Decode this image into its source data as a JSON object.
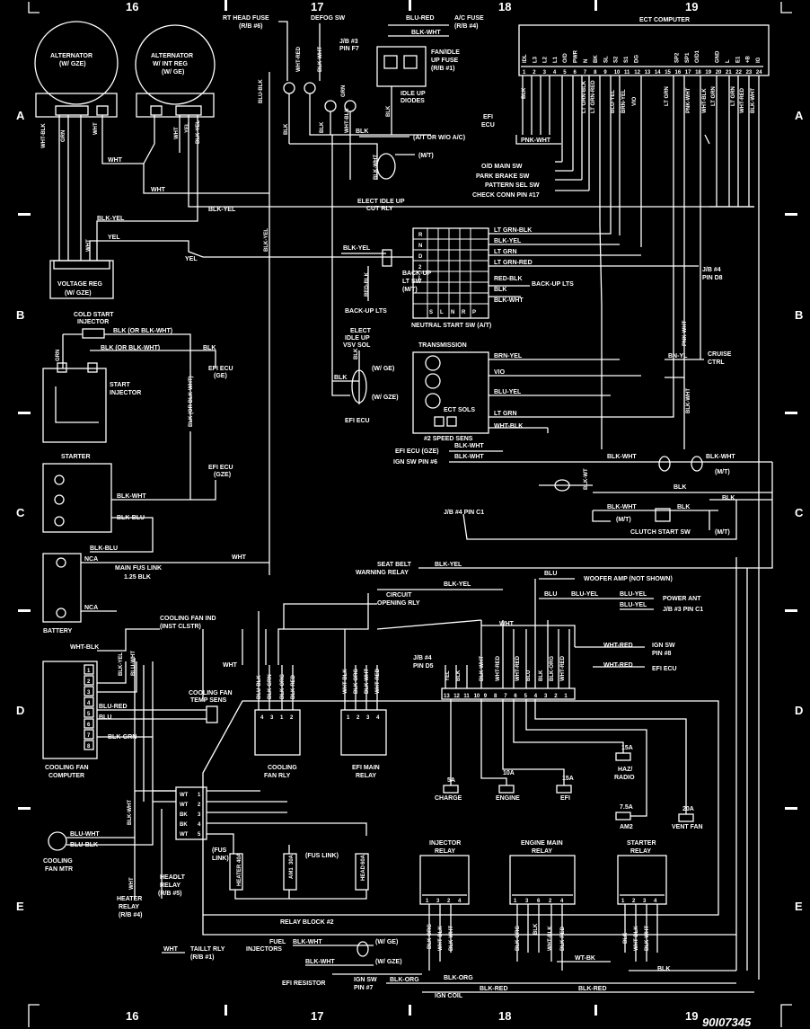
{
  "grid": {
    "columns": [
      "16",
      "17",
      "18",
      "19"
    ],
    "rows": [
      "A",
      "B",
      "C",
      "D",
      "E"
    ]
  },
  "figure_id": "90I07345",
  "components": {
    "alternator": "ALTERNATOR",
    "alternator_sub": "(W/ GZE)",
    "alternator_int": "ALTERNATOR",
    "alternator_int_sub": "W/ INT REG",
    "alternator_int_sub2": "(W/ GE)",
    "voltage_reg": "VOLTAGE REG",
    "voltage_reg_sub": "(W/ GZE)",
    "rt_head_fuse": "RT HEAD FUSE",
    "rt_head_fuse_sub": "(R/B #6)",
    "defog_sw": "DEFOG SW",
    "jb3": "J/B #3",
    "jb3_pin": "PIN F7",
    "ac_fuse": "A/C FUSE",
    "ac_fuse_sub": "(R/B #4)",
    "fan_idle_fuse": "FAN/IDLE",
    "fan_idle_fuse_sub": "UP FUSE",
    "fan_idle_fuse_sub2": "(R/B #1)",
    "idle_up_diodes": "IDLE UP",
    "idle_up_diodes_sub": "DIODES",
    "ect_computer": "ECT COMPUTER",
    "efi_ecu": "EFI",
    "efi_ecu_sub": "ECU",
    "od_main_sw": "O/D MAIN SW",
    "park_brake_sw": "PARK BRAKE SW",
    "pattern_sel_sw": "PATTERN SEL SW",
    "check_conn": "CHECK CONN PIN #17",
    "elect_idle_up": "ELECT IDLE UP",
    "elect_idle_up_sub": "CUT RLY",
    "at_wo_ac": "(A/T OR W/O A/C)",
    "mt": "(M/T)",
    "cold_start": "COLD START",
    "cold_start_sub": "INJECTOR",
    "start_injector": "START",
    "start_injector_sub": "INJECTOR",
    "efi_ecu_ge": "EFI ECU",
    "efi_ecu_ge_sub": "(GE)",
    "backup_sw": "BACK-UP",
    "backup_sw_sub": "LT SW",
    "backup_sw_sub2": "(M/T)",
    "backup_lts": "BACK-UP LTS",
    "backup_lts2": "BACK-UP LTS",
    "neutral_start": "NEUTRAL START SW (A/T)",
    "elect_idle_vsv": "ELECT",
    "elect_idle_vsv_sub": "IDLE UP",
    "elect_idle_vsv_sub2": "VSV SOL",
    "w_ge": "(W/ GE)",
    "w_gze": "(W/ GZE)",
    "efi_ecu_small": "EFI ECU",
    "transmission": "TRANSMISSION",
    "ect_sols": "ECT SOLS",
    "speed_sens": "#2 SPEED SENS",
    "cruise_ctrl": "CRUISE",
    "cruise_ctrl_sub": "CTRL",
    "jb4_pin_d8": "J/B #4",
    "jb4_pin_d8_sub": "PIN D8",
    "starter": "STARTER",
    "efi_ecu_gze": "EFI ECU",
    "efi_ecu_gze_sub": "(GZE)",
    "efi_ecu_gze_row": "EFI ECU (GZE)",
    "ign_sw_pin6": "IGN SW PIN #6",
    "jb4_pin_c1": "J/B #4 PIN C1",
    "clutch_start": "CLUTCH START SW",
    "main_fus_link": "MAIN FUS LINK",
    "main_fus_link_sub": "1.25 BLK",
    "battery": "BATTERY",
    "nca1": "NCA",
    "nca2": "NCA",
    "seat_belt": "SEAT BELT",
    "seat_belt_sub": "WARNING RELAY",
    "circuit_opening": "CIRCUIT",
    "circuit_opening_sub": "OPENING RLY",
    "woofer": "WOOFER AMP (NOT SHOWN)",
    "power_ant": "POWER ANT",
    "jb3_pin_c1": "J/B #3 PIN C1",
    "cooling_fan_ind": "COOLING FAN IND",
    "cooling_fan_ind_sub": "(INST CLSTR)",
    "ign_sw_pin8": "IGN SW",
    "ign_sw_pin8_sub": "PIN #8",
    "efi_ecu2": "EFI ECU",
    "cooling_fan_temp": "COOLING FAN",
    "cooling_fan_temp_sub": "TEMP SENS",
    "jb4_pin_d5": "J/B #4",
    "jb4_pin_d5_sub": "PIN D5",
    "cooling_fan_rly": "COOLING",
    "cooling_fan_rly_sub": "FAN RLY",
    "efi_main_relay": "EFI MAIN",
    "efi_main_relay_sub": "RELAY",
    "cooling_fan_computer": "COOLING FAN",
    "cooling_fan_computer_sub": "COMPUTER",
    "charge": "CHARGE",
    "engine": "ENGINE",
    "efi": "EFI",
    "haz_radio": "HAZ/",
    "haz_radio_sub": "RADIO",
    "am2": "AM2",
    "vent_fan": "VENT FAN",
    "cooling_fan_mtr": "COOLING",
    "cooling_fan_mtr_sub": "FAN MTR",
    "heater_relay": "HEATER",
    "heater_relay_sub": "RELAY",
    "heater_relay_sub2": "(R/B #4)",
    "headlt_relay": "HEADLT",
    "headlt_relay_sub": "RELAY",
    "headlt_relay_sub2": "(R/B #5)",
    "fus_link1": "(FUS",
    "fus_link1_sub": "LINK)",
    "fus_link2": "(FUS LINK)",
    "heater_40a": "HEATER",
    "am1_30a": "AM1",
    "head_60a": "HEAD",
    "injector_relay": "INJECTOR",
    "injector_relay_sub": "RELAY",
    "engine_main_relay": "ENGINE MAIN",
    "engine_main_relay_sub": "RELAY",
    "starter_relay": "STARTER",
    "starter_relay_sub": "RELAY",
    "relay_block2": "RELAY BLOCK #2",
    "fuel_injectors": "FUEL",
    "fuel_injectors_sub": "INJECTORS",
    "taillt_rly": "TAILLT RLY",
    "taillt_rly_sub": "(R/B #1)",
    "efi_resistor": "EFI RESISTOR",
    "ign_sw_pin7": "IGN SW",
    "ign_sw_pin7_sub": "PIN #7",
    "ign_coil": "IGN COIL"
  },
  "fuses": {
    "f5a": "5A",
    "f10a": "10A",
    "f15a": "15A",
    "f15a2": "15A",
    "f7_5a": "7.5A",
    "f20a": "20A",
    "f40a": "40A",
    "f30a": "30A",
    "f60a": "60A"
  },
  "wires": {
    "wht": "WHT",
    "blk": "BLK",
    "yel": "YEL",
    "grn": "GRN",
    "blk_yel": "BLK-YEL",
    "wht_blk": "WHT-BLK",
    "blu_red": "BLU-RED",
    "blk_wht": "BLK-WHT",
    "blk_blu": "BLK-BLU",
    "blu_blk": "BLU-BLK",
    "blu_wht": "BLU-WHT",
    "blk_grn": "BLK-GRN",
    "blk_red": "BLK-RED",
    "blk_org": "BLK-ORG",
    "wht_red": "WHT-RED",
    "red_blk": "RED-BLK",
    "lt_grn_blk": "LT GRN-BLK",
    "lt_grn": "LT GRN",
    "lt_grn_red": "LT GRN-RED",
    "brn_yel": "BRN-YEL",
    "vio": "VIO",
    "blu_yel": "BLU-YEL",
    "wht_blk2": "WHT-BLK",
    "pnk_wht": "PNK-WHT",
    "bn_yl": "BN-YL",
    "blk_or_blk_wht": "BLK (OR BLK-WHT)",
    "blu": "BLU",
    "wt_bk": "WT-BK",
    "blu_blk2": "BLU-BLK",
    "wt": "WT",
    "bk": "BK",
    "blk_wt": "BLK-WT"
  },
  "ect_pins": [
    "1",
    "2",
    "3",
    "4",
    "5",
    "6",
    "7",
    "8",
    "9",
    "10",
    "11",
    "12",
    "13",
    "14",
    "15",
    "16",
    "17",
    "18",
    "19",
    "20",
    "21",
    "22",
    "23",
    "24"
  ],
  "ect_pin_labels": [
    "IDL",
    "L3",
    "L2",
    "L1",
    "O/D",
    "PWR",
    "N",
    "BK",
    "SL",
    "S2",
    "S1",
    "DG",
    "",
    "",
    "",
    "SP2",
    "SP1",
    "O/D1",
    "",
    "GND",
    "L",
    "E1",
    "+B",
    "IG"
  ],
  "connector_pins": [
    "13",
    "12",
    "11",
    "10",
    "9",
    "8",
    "7",
    "6",
    "5",
    "4",
    "3",
    "2",
    "1"
  ],
  "neutral_letters": [
    "R",
    "N",
    "D",
    "2",
    "L",
    "S",
    "L",
    "N",
    "R",
    "P"
  ]
}
